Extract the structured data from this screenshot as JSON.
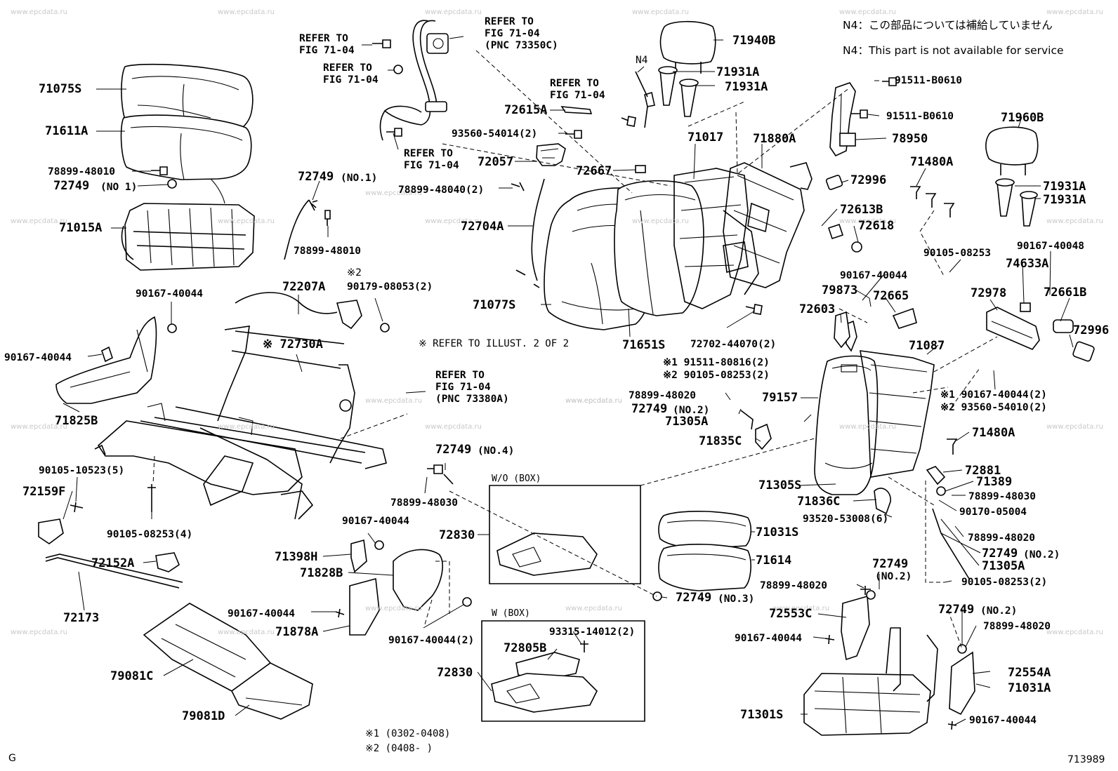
{
  "watermark": "www.epcdata.ru",
  "notes": {
    "jp": "N4：この部品については補給していません",
    "en": "N4：This part is not available for service"
  },
  "corner": {
    "left": "G",
    "right": "713989"
  },
  "boxes": {
    "wo_box": "W/O (BOX)",
    "w_box": "W (BOX)"
  },
  "footnotes": {
    "f1": "※1 (0302-0408)",
    "f2": "※2 (0408-      )"
  },
  "labels": {
    "refer1": [
      "REFER TO",
      "FIG 71-04"
    ],
    "refer2": [
      "REFER TO",
      "FIG 71-04"
    ],
    "refer3": [
      "REFER TO",
      "FIG 71-04",
      "(PNC 73350C)"
    ],
    "refer4": [
      "REFER TO",
      "FIG 71-04"
    ],
    "refer5": [
      "REFER TO",
      "FIG 71-04"
    ],
    "refer6": [
      "REFER TO",
      "FIG 71-04",
      "(PNC 73380A)"
    ],
    "refer_illust": "※ REFER TO ILLUST. 2 OF 2",
    "p71075S": "71075S",
    "p71611A": "71611A",
    "p78899_48010a": "78899-48010",
    "p72749_no1a": "72749",
    "p72749_no1a_suffix": "(NO 1)",
    "p71015A": "71015A",
    "p72749_no1b": "72749",
    "p72749_no1b_suffix": "(NO.1)",
    "p78899_48010b": "78899-48010",
    "p93560_54014": "93560-54014(2)",
    "p72057": "72057",
    "p72615A": "72615A",
    "p78899_48040": "78899-48040(2)",
    "p72704A": "72704A",
    "p71077S": "71077S",
    "p71940B": "71940B",
    "pN4": "N4",
    "p71931A_1": "71931A",
    "p71931A_2": "71931A",
    "p71017": "71017",
    "p72667": "72667",
    "p71651S": "71651S",
    "p72702_44070": "72702-44070(2)",
    "p91511_80816": "※1 91511-80816(2)",
    "p90105_08253_2": "※2 90105-08253(2)",
    "p71880A": "71880A",
    "p91511_B0610_1": "91511-B0610",
    "p91511_B0610_2": "91511-B0610",
    "p78950": "78950",
    "p72996_1": "72996",
    "p71960B": "71960B",
    "p71480A_1": "71480A",
    "p71931A_3": "71931A",
    "p71931A_4": "71931A",
    "p72613B": "72613B",
    "p72618": "72618",
    "p90105_08253_a": "90105-08253",
    "p90167_40048": "90167-40048",
    "p90167_40044_a": "90167-40044",
    "p74633A": "74633A",
    "p79873": "79873",
    "p72665": "72665",
    "p72978": "72978",
    "p72661B": "72661B",
    "p72603": "72603",
    "p72996_2": "72996",
    "p71087": "71087",
    "p90167_40044_2": "※1 90167-40044(2)",
    "p93560_54010": "※2 93560-54010(2)",
    "p71480A_2": "71480A",
    "p78899_48020_a": "78899-48020",
    "p72749_no2a": "72749",
    "p72749_no2a_suffix": "(NO.2)",
    "p71305A_1": "71305A",
    "p79157": "79157",
    "p71835C": "71835C",
    "p71305S": "71305S",
    "p72881": "72881",
    "p71389": "71389",
    "p78899_48030_a": "78899-48030",
    "p90170_05004": "90170-05004",
    "p71836C": "71836C",
    "p93520_53008": "93520-53008(6)",
    "p78899_48020_b": "78899-48020",
    "p72749_no2b": "72749",
    "p72749_no2b_suffix": "(NO.2)",
    "p71305A_2": "71305A",
    "p90105_08253_2b": "90105-08253(2)",
    "p72207A": "72207A",
    "mark2": "※2",
    "p90179_08053": "90179-08053(2)",
    "p90167_40044_b": "90167-40044",
    "p90167_40044_c": "90167-40044",
    "p72730A": "※ 72730A",
    "p71825B": "71825B",
    "p90105_10523": "90105-10523(5)",
    "p72159F": "72159F",
    "p90105_08253_4": "90105-08253(4)",
    "p72152A": "72152A",
    "p72173": "72173",
    "p79081C": "79081C",
    "p79081D": "79081D",
    "p72749_no4": "72749",
    "p72749_no4_suffix": "(NO.4)",
    "p78899_48030_b": "78899-48030",
    "p90167_40044_d": "90167-40044",
    "p71398H": "71398H",
    "p71828B": "71828B",
    "p90167_40044_e": "90167-40044",
    "p71878A": "71878A",
    "p90167_40044_f": "90167-40044(2)",
    "p72830_1": "72830",
    "p72749_no3": "72749",
    "p72749_no3_suffix": "(NO.3)",
    "p93315_14012": "93315-14012(2)",
    "p72805B": "72805B",
    "p72830_2": "72830",
    "p71031S": "71031S",
    "p71614": "71614",
    "p72749_no2c": "72749",
    "p72749_no2c_suffix": "(NO.2)",
    "p78899_48020_c": "78899-48020",
    "p72553C": "72553C",
    "p90167_40044_g": "90167-40044",
    "p71301S": "71301S",
    "p72749_no2d": "72749",
    "p72749_no2d_suffix": "(NO.2)",
    "p78899_48020_d": "78899-48020",
    "p72554A": "72554A",
    "p71031A": "71031A",
    "p90167_40044_h": "90167-40044"
  }
}
